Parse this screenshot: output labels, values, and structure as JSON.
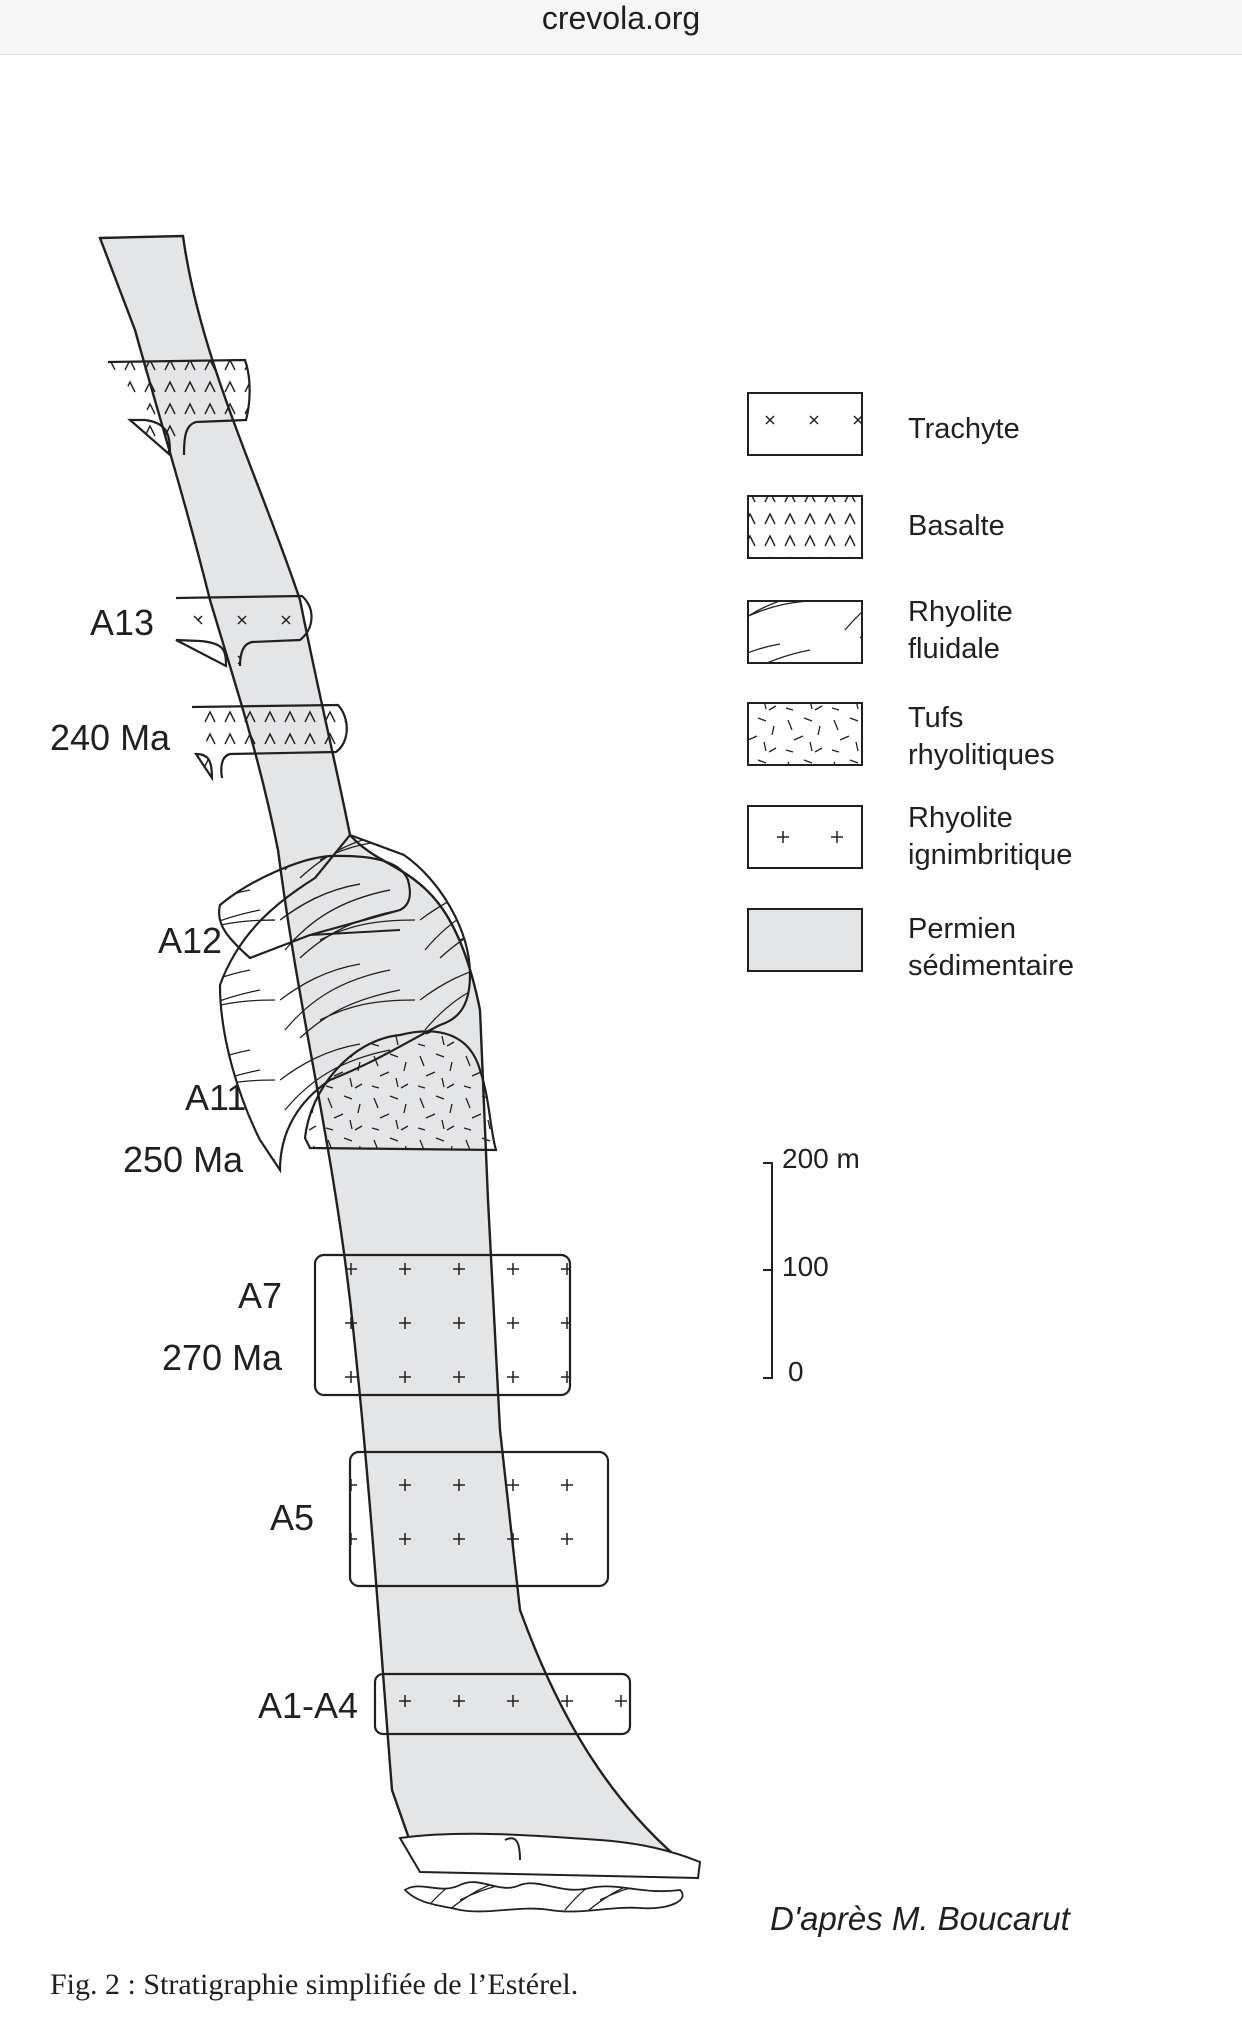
{
  "browser": {
    "url": "crevola.org"
  },
  "column_labels": {
    "a13": "A13",
    "ma240": "240 Ma",
    "a12": "A12",
    "a11": "A11",
    "ma250": "250 Ma",
    "a7": "A7",
    "ma270": "270 Ma",
    "a5": "A5",
    "a1a4": "A1-A4"
  },
  "legend": {
    "trachyte": "Trachyte",
    "basalte": "Basalte",
    "rhyolite_fluidale_1": "Rhyolite",
    "rhyolite_fluidale_2": "fluidale",
    "tufs_1": "Tufs",
    "tufs_2": "rhyolitiques",
    "ignim_1": "Rhyolite",
    "ignim_2": "ignimbritique",
    "permien_1": "Permien",
    "permien_2": "sédimentaire"
  },
  "scale_bar": {
    "top": "200 m",
    "middle": "100",
    "bottom": "0"
  },
  "credit": "D'après M. Boucarut",
  "caption": "Fig. 2 : Stratigraphie simplifiée de l’Estérel.",
  "colors": {
    "sediment": "#e4e5e6",
    "stroke": "#231f20",
    "white": "#ffffff"
  }
}
